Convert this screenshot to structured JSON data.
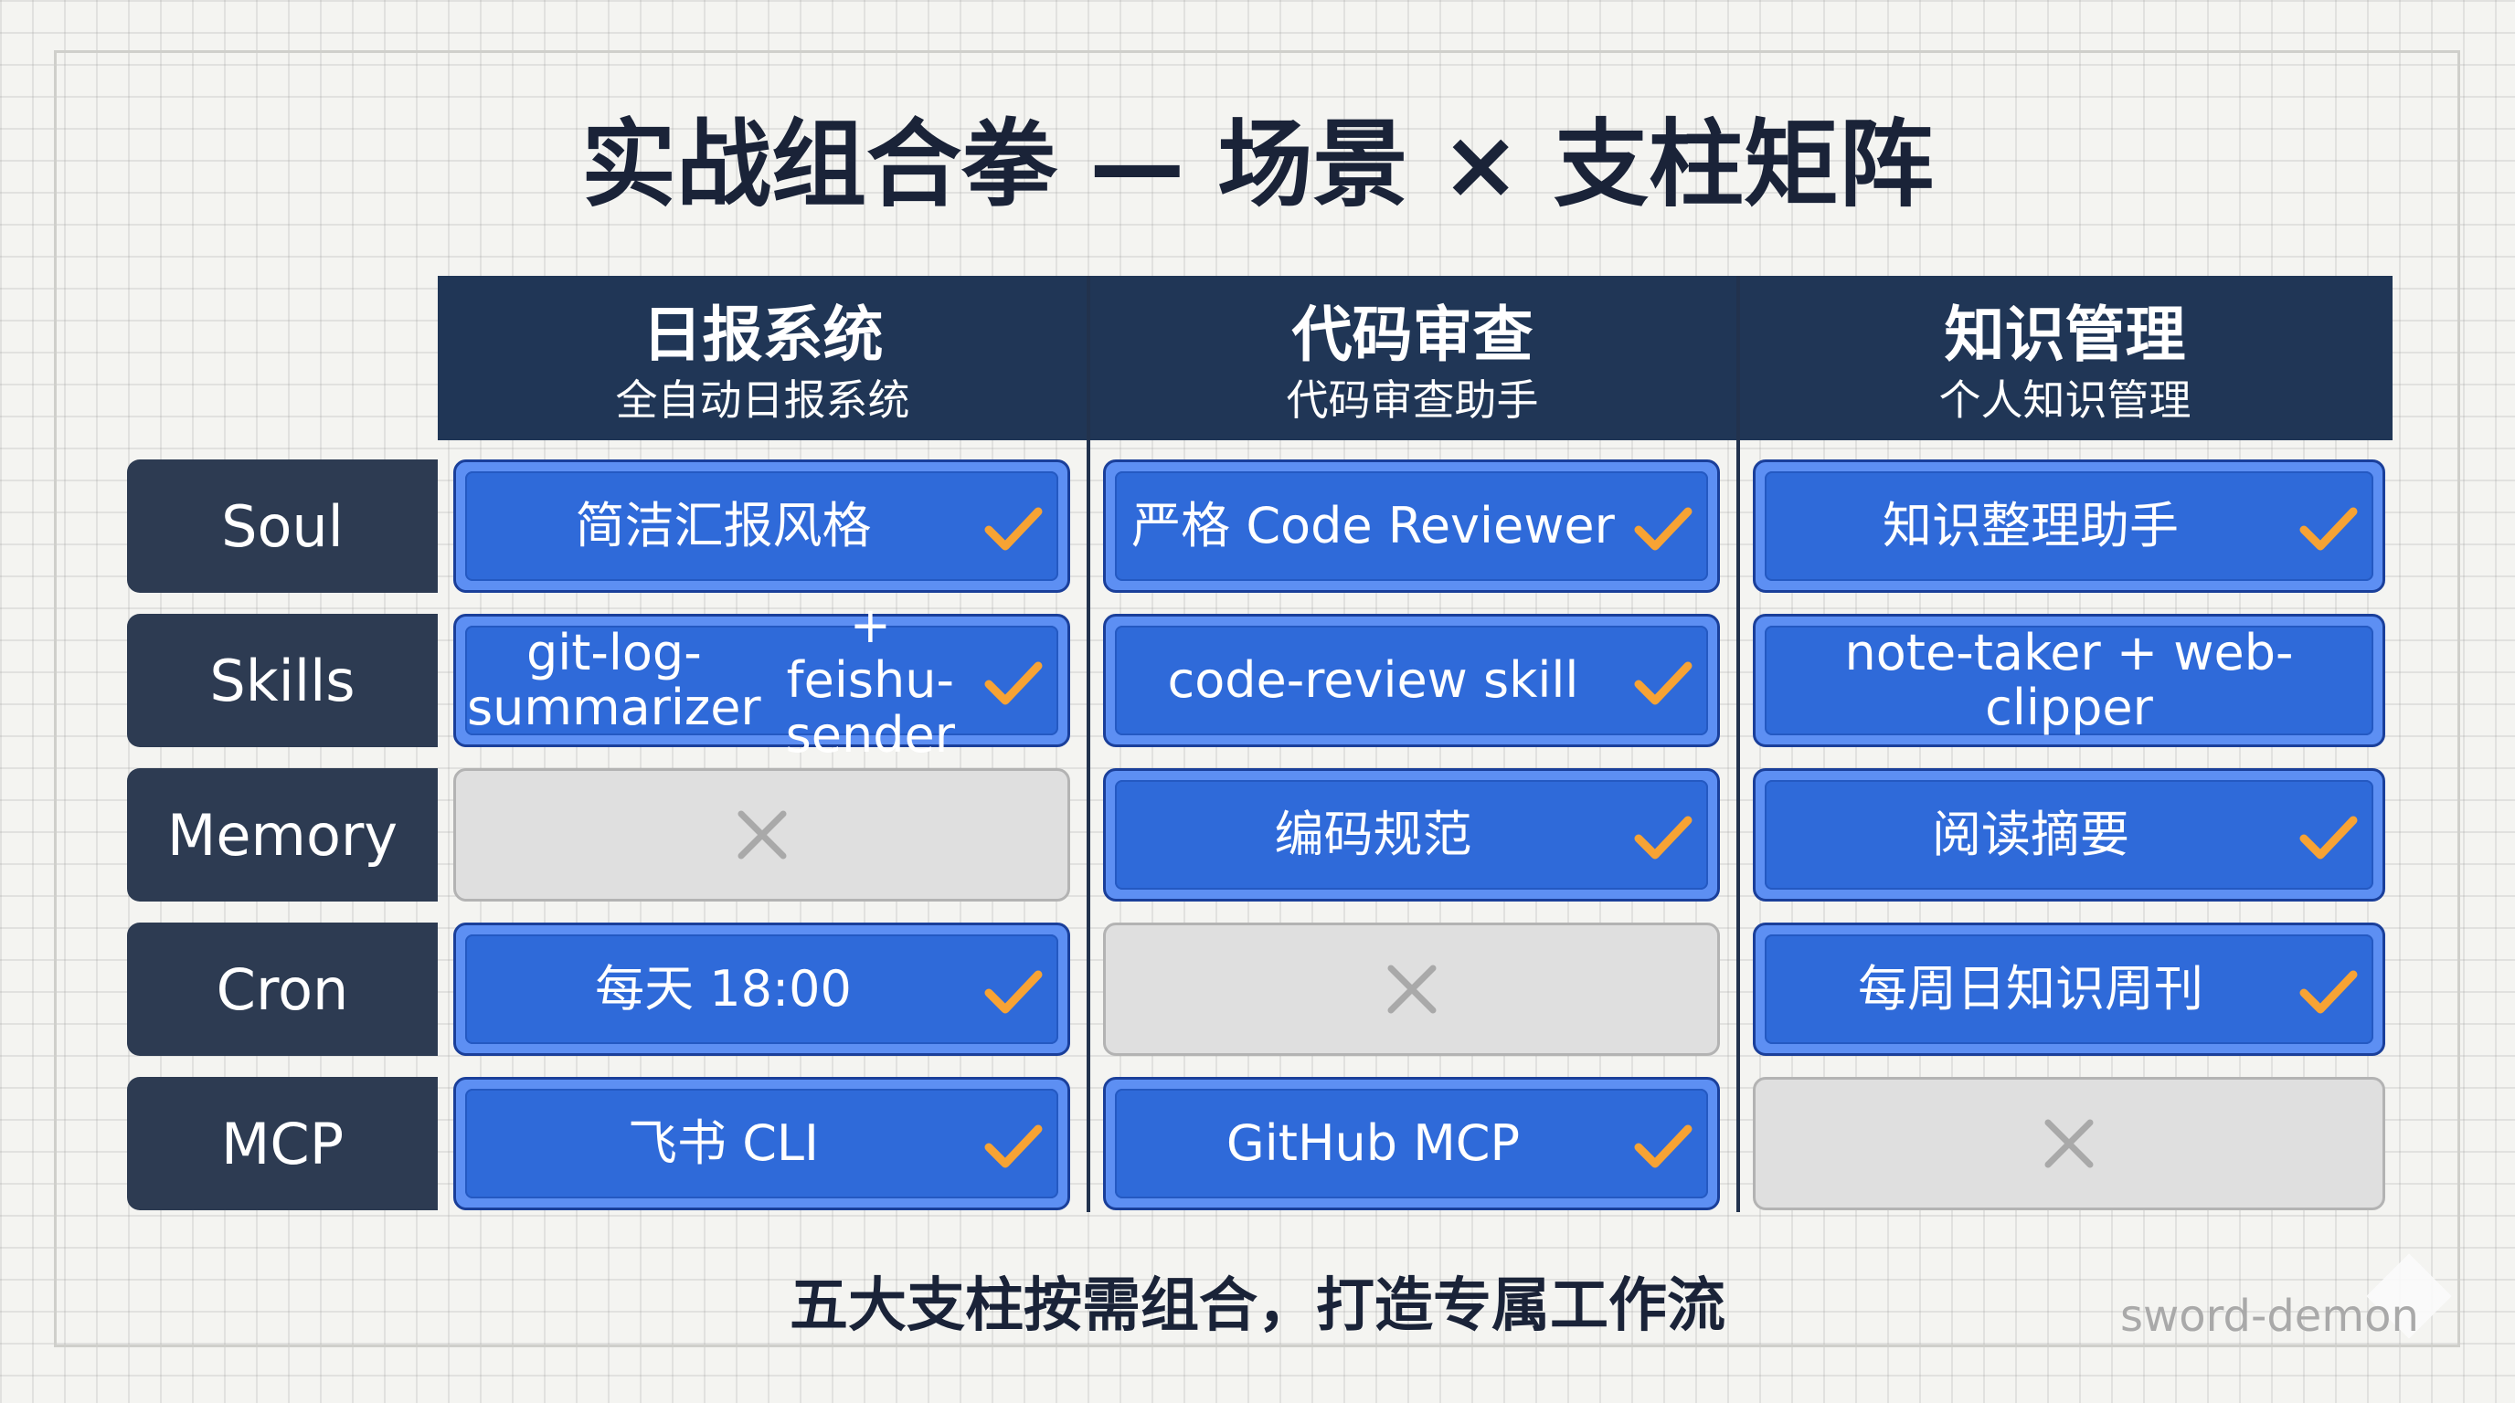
{
  "title": "实战组合拳 — 场景 × 支柱矩阵",
  "columns": [
    {
      "title": "日报系统",
      "subtitle": "全自动日报系统"
    },
    {
      "title": "代码审查",
      "subtitle": "代码审查助手"
    },
    {
      "title": "知识管理",
      "subtitle": "个人知识管理"
    }
  ],
  "rows": [
    {
      "label": "Soul",
      "cells": [
        {
          "lines": [
            "简洁汇报风格"
          ],
          "enabled": true,
          "check": true
        },
        {
          "lines": [
            "严格 Code Reviewer"
          ],
          "enabled": true,
          "check": true
        },
        {
          "lines": [
            "知识整理助手"
          ],
          "enabled": true,
          "check": true
        }
      ]
    },
    {
      "label": "Skills",
      "cells": [
        {
          "lines": [
            "git-log-summarizer",
            "+ feishu-sender"
          ],
          "enabled": true,
          "check": true
        },
        {
          "lines": [
            "code-review skill"
          ],
          "enabled": true,
          "check": true
        },
        {
          "lines": [
            "note-taker + web-clipper"
          ],
          "enabled": true,
          "check": false
        }
      ]
    },
    {
      "label": "Memory",
      "cells": [
        {
          "lines": [],
          "enabled": false,
          "check": false
        },
        {
          "lines": [
            "编码规范"
          ],
          "enabled": true,
          "check": true
        },
        {
          "lines": [
            "阅读摘要"
          ],
          "enabled": true,
          "check": true
        }
      ]
    },
    {
      "label": "Cron",
      "cells": [
        {
          "lines": [
            "每天 18:00"
          ],
          "enabled": true,
          "check": true
        },
        {
          "lines": [],
          "enabled": false,
          "check": false
        },
        {
          "lines": [
            "每周日知识周刊"
          ],
          "enabled": true,
          "check": true
        }
      ]
    },
    {
      "label": "MCP",
      "cells": [
        {
          "lines": [
            "飞书 CLI"
          ],
          "enabled": true,
          "check": true
        },
        {
          "lines": [
            "GitHub MCP"
          ],
          "enabled": true,
          "check": true
        },
        {
          "lines": [],
          "enabled": false,
          "check": false
        }
      ]
    }
  ],
  "footer": "五大支柱按需组合，打造专属工作流",
  "watermark": "sword-demon",
  "colors": {
    "header_bg": "#203656",
    "row_head_bg": "#2d3b52",
    "cell_active": "#2f6ad9",
    "cell_active_rim": "#5d8ff3",
    "cell_inactive": "#dfdfdf",
    "check": "#f7a334",
    "cross": "#a9a9a9",
    "title_text": "#1a2338"
  },
  "icons": {
    "enabled": "check-icon",
    "disabled": "cross-icon"
  }
}
